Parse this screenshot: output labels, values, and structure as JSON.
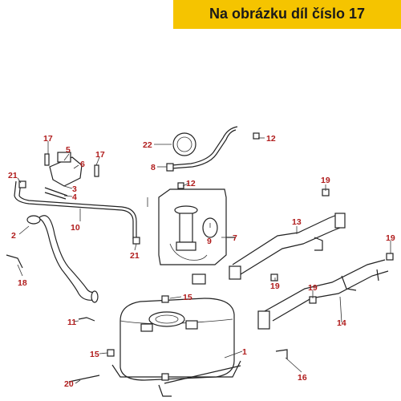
{
  "banner": {
    "text": "Na obrázku díl číslo 17"
  },
  "callouts": [
    "1",
    "2",
    "3",
    "4",
    "5",
    "6",
    "7",
    "8",
    "9",
    "10",
    "11",
    "12",
    "12",
    "13",
    "14",
    "15",
    "15",
    "16",
    "17",
    "17",
    "18",
    "19",
    "19",
    "19",
    "19",
    "20",
    "21",
    "21",
    "22"
  ],
  "colors": {
    "banner_bg": "#f5c400",
    "callout_text": "#b01c1c",
    "line_art": "#222222"
  }
}
